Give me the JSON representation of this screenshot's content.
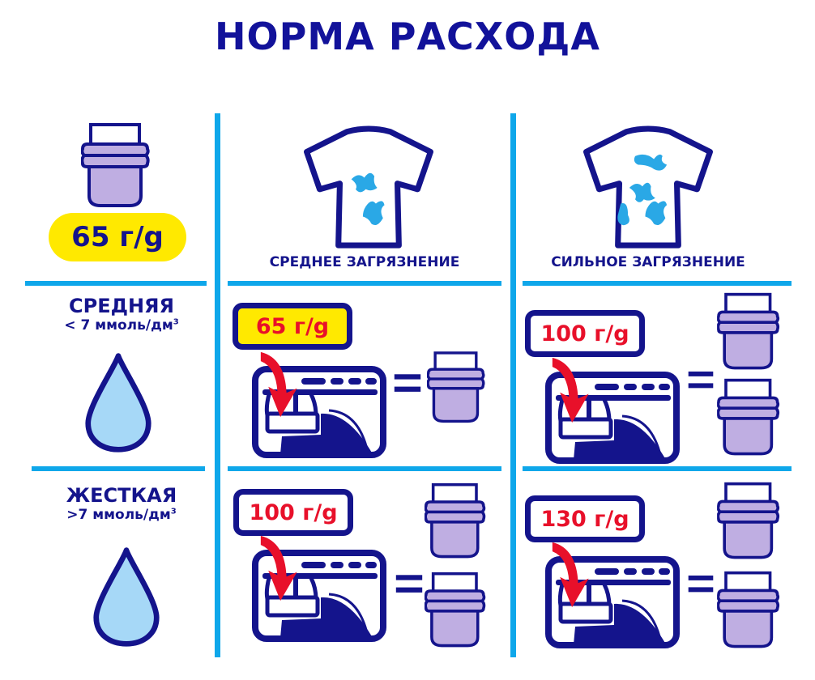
{
  "title": "НОРМА РАСХОДА",
  "reference": {
    "cap_icon": "measuring-cap-icon",
    "dose_label": "65 г/g",
    "pill_color": "#ffe900"
  },
  "columns": [
    {
      "label": "СРЕДНЕЕ ЗАГРЯЗНЕНИЕ",
      "icon": "tshirt-medium-stains-icon"
    },
    {
      "label": "СИЛЬНОЕ ЗАГРЯЗНЕНИЕ",
      "icon": "tshirt-heavy-stains-icon"
    }
  ],
  "rows": [
    {
      "name": "СРЕДНЯЯ",
      "hardness": "< 7  ммоль/дм",
      "unit_sup": "3",
      "icon": "water-drop-icon",
      "cells": [
        {
          "dose": "65 г/g",
          "caps": 1,
          "highlight": true
        },
        {
          "dose": "100 г/g",
          "caps": 2,
          "highlight": false
        }
      ]
    },
    {
      "name": "ЖЕСТКАЯ",
      "hardness": ">7  ммоль/дм",
      "unit_sup": "3",
      "icon": "water-drop-icon",
      "cells": [
        {
          "dose": "100 г/g",
          "caps": 2,
          "highlight": false
        },
        {
          "dose": "130 г/g",
          "caps": 2,
          "highlight": false
        }
      ]
    }
  ],
  "colors": {
    "navy": "#14148c",
    "grid_blue": "#0fa7ea",
    "cap_fill": "#bfaee2",
    "drop_fill": "#a6d8f7",
    "stain": "#2aa8e6",
    "dose_red": "#e8102a",
    "yellow": "#ffe900"
  }
}
